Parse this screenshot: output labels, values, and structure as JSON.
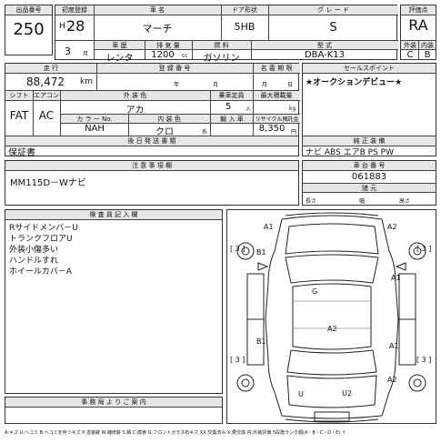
{
  "row1": {
    "lot_no_label": "出品番号",
    "lot_no": "250",
    "first_reg_label": "初度登録",
    "era": "H",
    "year": "28",
    "month": "3",
    "month_unit": "月",
    "car_name_label": "車 名",
    "car_name": "マーチ",
    "door_label": "ドア形状",
    "door": "5HB",
    "grade_label": "グ レ ー ド",
    "grade": "S",
    "score_label": "評価点",
    "score": "RA",
    "vehicle_type_label": "車 歴",
    "vehicle_type": "レンタ",
    "displacement_label": "排 気 量",
    "displacement": "1200",
    "displacement_unit": "cc",
    "fuel_label": "燃 料",
    "fuel": "ガソリン",
    "model_label": "型 式",
    "model": "DBA-K13",
    "ext_score_label": "外装",
    "ext_score": "C",
    "int_score_label": "内装",
    "int_score": "B"
  },
  "row2": {
    "mileage_label": "走 行",
    "mileage": "88,472",
    "mileage_unit": "km",
    "reg_no_label": "登 録 番 号",
    "year_unit": "年",
    "month_unit": "月",
    "inspection_label": "名 義 期 限",
    "month_unit2": "月",
    "day_unit": "日",
    "selling_label": "セールスポイント",
    "selling_point": "★オークションデビュー★",
    "shift_label": "シフト",
    "shift": "FAT",
    "ac_label": "エアコン",
    "ac": "AC",
    "ext_color_label": "外 装 色",
    "ext_color": "アカ",
    "capacity_label": "乗車定員",
    "capacity": "5",
    "capacity_unit": "人",
    "load_label": "最大積載量",
    "load_unit": "kg",
    "color_no_label": "カ ラ ー No.",
    "color_no": "NAH",
    "int_color_label": "内 装 色",
    "int_color": "クロ",
    "int_color_unit": "系",
    "import_label": "輸 入 車",
    "recycle_label": "リサイクル預託金",
    "recycle": "8,350",
    "recycle_unit": "円",
    "later_docs_label": "後 日 発 送 書 類",
    "later_docs": "保証書",
    "equipment_label": "純 正 装 備",
    "equipment": "ナビ ABS エアB PS PW"
  },
  "row3": {
    "notes_label": "注 意 事 項 欄",
    "notes": "MM115D－Wナビ",
    "chassis_label": "車 台 番 号",
    "chassis": "061883",
    "size_label": "諸 元",
    "length_label": "長さ",
    "width_label": "幅",
    "height_label": "高さ"
  },
  "inspector": {
    "label": "検 査 員 記 入 欄",
    "lines": [
      "Rサイドメンバ－U",
      "トランクフロアU",
      "外装小傷多い",
      "ハンドルすれ",
      "ホイールカバ－A"
    ]
  },
  "office": {
    "label": "事 務 局 よ り ご 案 内"
  },
  "diagram": {
    "codes": [
      "A1",
      "A2",
      "[ 3 ]",
      "[ 3 ]",
      "B1",
      "A1",
      "G",
      "A2",
      "[ 3 ]",
      "[ 3 ]",
      "B1",
      "A1",
      "A2",
      "U",
      "U2"
    ]
  },
  "legend": "A:キズ U:ヘコミ B:ヘコミを伴うキズ P:塗装跡 W:補修跡 S:錆 C:腐食 G:フロントガラス石キズ XX:交換済み X:要交換 内:外装評価 5段階ランク順(A・B・C・D・E) ↑"
}
